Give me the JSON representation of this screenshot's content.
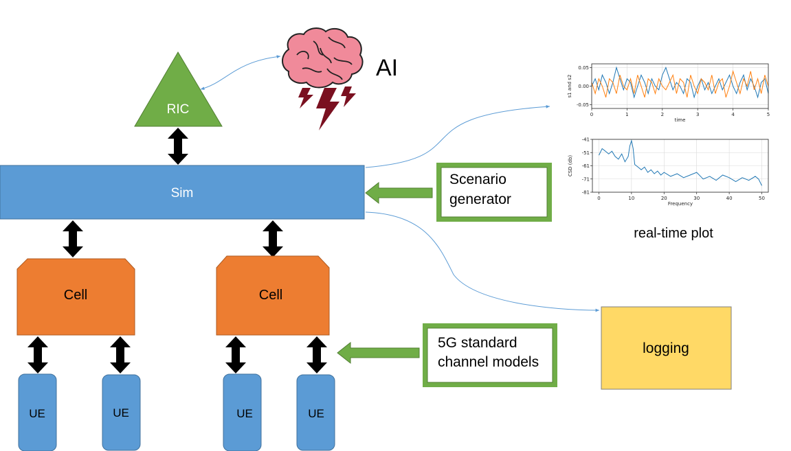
{
  "nodes": {
    "ric": "RIC",
    "ai": "AI",
    "sim": "Sim",
    "scenario_generator": [
      "Scenario",
      "generator"
    ],
    "cell_left": "Cell",
    "cell_right": "Cell",
    "channel_models": [
      "5G standard",
      "channel models"
    ],
    "ue_1": "UE",
    "ue_2": "UE",
    "ue_3": "UE",
    "ue_4": "UE",
    "logging": "logging",
    "realtime_plot_caption": "real-time plot"
  },
  "colors": {
    "sim_blue": "#5B9BD5",
    "cell_orange": "#ED7D31",
    "ric_green": "#70AD47",
    "frame_green": "#70AD47",
    "logging_yellow": "#FFD966",
    "brain_pink": "#F08A9A",
    "lightning_red": "#7A1020",
    "series_blue": "#1f77b4",
    "series_orange": "#ff7f0e"
  },
  "icons": {
    "brain": "brain-icon",
    "lightning": "lightning-bolt-icon"
  },
  "chart_data": [
    {
      "type": "line",
      "xlabel": "time",
      "ylabel": "s1 and s2",
      "xlim": [
        0,
        5
      ],
      "ylim": [
        -0.06,
        0.06
      ],
      "xticks": [
        "0",
        "1",
        "2",
        "3",
        "4",
        "5"
      ],
      "yticks": [
        "0.05",
        "0.00",
        "-0.05"
      ],
      "grid": true,
      "series": [
        {
          "values": [
            0.0,
            0.02,
            -0.01,
            0.03,
            0.01,
            -0.02,
            0.01,
            0.05,
            0.02,
            -0.01,
            0.02,
            0.01,
            -0.03,
            0.0,
            0.03,
            0.01,
            -0.02,
            0.02,
            0.0,
            -0.01,
            0.03,
            0.05,
            0.02,
            -0.01,
            0.01,
            0.0,
            -0.02,
            0.02,
            0.01,
            -0.03,
            0.0,
            0.02,
            -0.01,
            0.01,
            -0.02,
            0.0,
            0.02,
            -0.01,
            0.01,
            0.03,
            0.0,
            -0.02,
            0.01,
            0.03,
            -0.01,
            0.02,
            0.0,
            -0.03,
            0.01,
            0.02,
            -0.02
          ]
        },
        {
          "values": [
            0.01,
            -0.02,
            0.02,
            0.0,
            -0.03,
            0.02,
            0.01,
            -0.02,
            0.03,
            0.0,
            -0.01,
            0.02,
            -0.02,
            0.03,
            0.0,
            -0.03,
            0.02,
            0.01,
            -0.02,
            0.02,
            0.0,
            -0.01,
            0.01,
            0.03,
            -0.02,
            0.02,
            0.01,
            -0.03,
            0.03,
            0.0,
            -0.02,
            0.02,
            0.01,
            -0.01,
            0.03,
            -0.02,
            0.01,
            0.02,
            -0.03,
            0.0,
            0.04,
            0.01,
            -0.02,
            0.02,
            0.0,
            0.04,
            -0.01,
            0.02,
            -0.02,
            0.03,
            0.0
          ]
        }
      ]
    },
    {
      "type": "line",
      "xlabel": "Frequency",
      "ylabel": "CSD (db)",
      "xlim": [
        -2,
        52
      ],
      "ylim": [
        -81,
        -41
      ],
      "xticks": [
        "0",
        "10",
        "20",
        "30",
        "40",
        "50"
      ],
      "yticks": [
        "-41",
        "-51",
        "-61",
        "-71",
        "-81"
      ],
      "grid": true,
      "series": [
        {
          "x": [
            0,
            1,
            2,
            3,
            4,
            5,
            6,
            7,
            8,
            9,
            9.5,
            10,
            10.5,
            11,
            12,
            13,
            14,
            15,
            16,
            17,
            18,
            19,
            20,
            22,
            24,
            26,
            28,
            30,
            32,
            34,
            36,
            38,
            40,
            42,
            44,
            46,
            48,
            49,
            50
          ],
          "values": [
            -53,
            -48,
            -50,
            -52,
            -50,
            -54,
            -56,
            -52,
            -58,
            -54,
            -46,
            -42,
            -48,
            -60,
            -62,
            -64,
            -62,
            -66,
            -64,
            -67,
            -65,
            -68,
            -66,
            -69,
            -67,
            -70,
            -68,
            -66,
            -71,
            -69,
            -72,
            -68,
            -70,
            -73,
            -70,
            -72,
            -69,
            -71,
            -76
          ]
        }
      ]
    }
  ]
}
